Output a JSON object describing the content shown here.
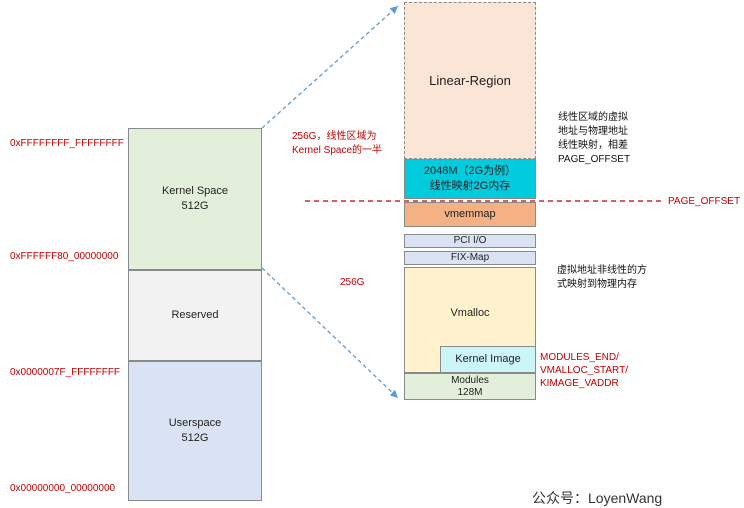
{
  "left_column": {
    "kernel_space": "Kernel Space\n512G",
    "reserved": "Reserved",
    "userspace": "Userspace\n512G"
  },
  "addresses": {
    "a1": "0xFFFFFFFF_FFFFFFFF",
    "a2": "0xFFFFFF80_00000000",
    "a3": "0x0000007F_FFFFFFFF",
    "a4": "0x00000000_00000000"
  },
  "right_column": {
    "linear_region": "Linear-Region",
    "linear_map_2g": "2048M（2G为例）\n线性映射2G内存",
    "vmemmap": "vmemmap",
    "pci_io": "PCI I/O",
    "fix_map": "FIX-Map",
    "vmalloc": "Vmalloc",
    "kernel_image": "Kernel Image",
    "modules": "Modules\n128M"
  },
  "annotations": {
    "half_256g": "256G，线性区域为\nKernel Space的一半",
    "vmalloc_256g": "256G",
    "page_offset": "PAGE_OFFSET",
    "linear_desc": "线性区域的虚拟\n地址与物理地址\n线性映射，相差\nPAGE_OFFSET",
    "vmalloc_desc": "虚拟地址非线性的方\n式映射到物理内存",
    "modules_markers": "MODULES_END/\nVMALLOC_START/\nKIMAGE_VADDR"
  },
  "footer": "公众号：LoyenWang",
  "colors": {
    "kernel_space": "#e2efda",
    "reserved": "#f2f2f2",
    "userspace": "#dae3f3",
    "linear_region": "#fbe5d6",
    "linear_map": "#00ccdd",
    "vmemmap": "#f4b183",
    "pci_fix": "#dae3f3",
    "vmalloc": "#fff2cc",
    "kernel_image": "#ccf5f8",
    "modules": "#e2efda",
    "accent_red": "#c00000",
    "arrow_blue": "#5b9bd5"
  }
}
